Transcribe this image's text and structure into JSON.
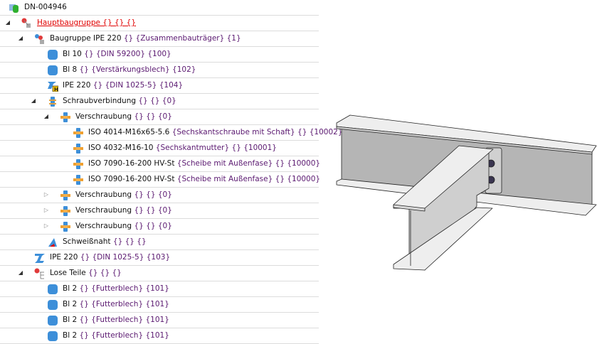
{
  "tree": {
    "rows": [
      {
        "level": 0,
        "arrow": "none",
        "icon": "database-icon",
        "name": "DN-004946",
        "attr": ""
      },
      {
        "level": 1,
        "arrow": "open",
        "icon": "main-assembly-icon",
        "name": "Hauptbaugruppe {} {} {}",
        "attr": "",
        "link": true
      },
      {
        "level": 2,
        "arrow": "open",
        "icon": "assembly-icon",
        "name": "Baugruppe IPE 220",
        "attr": " {} {Zusammenbauträger} {1}"
      },
      {
        "level": 3,
        "arrow": "none",
        "icon": "plate-icon",
        "name": "Bl 10",
        "attr": " {} {DIN 59200} {100}"
      },
      {
        "level": 3,
        "arrow": "none",
        "icon": "plate-icon",
        "name": "Bl 8",
        "attr": " {} {Verstärkungsblech} {102}"
      },
      {
        "level": 3,
        "arrow": "none",
        "icon": "main-beam-icon",
        "name": "IPE 220",
        "attr": " {} {DIN 1025-5} {104}"
      },
      {
        "level": 3,
        "arrow": "open",
        "icon": "bolt-connection-icon",
        "name": "Schraubverbindung",
        "attr": " {} {} {0}"
      },
      {
        "level": 4,
        "arrow": "open",
        "icon": "bolting-icon",
        "name": "Verschraubung ",
        "attr": " {} {} {0}"
      },
      {
        "level": 5,
        "arrow": "none",
        "icon": "bolting-icon",
        "name": "ISO 4014-M16x65-5.6",
        "attr": " {Sechskantschraube mit Schaft} {} {10002}"
      },
      {
        "level": 5,
        "arrow": "none",
        "icon": "bolting-icon",
        "name": "ISO 4032-M16-10",
        "attr": " {Sechskantmutter} {} {10001}"
      },
      {
        "level": 5,
        "arrow": "none",
        "icon": "bolting-icon",
        "name": "ISO 7090-16-200 HV-St",
        "attr": " {Scheibe mit Außenfase} {} {10000}"
      },
      {
        "level": 5,
        "arrow": "none",
        "icon": "bolting-icon",
        "name": "ISO 7090-16-200 HV-St",
        "attr": " {Scheibe mit Außenfase} {} {10000}"
      },
      {
        "level": 4,
        "arrow": "closed",
        "icon": "bolting-icon",
        "name": "Verschraubung ",
        "attr": " {} {} {0}"
      },
      {
        "level": 4,
        "arrow": "closed",
        "icon": "bolting-icon",
        "name": "Verschraubung ",
        "attr": " {} {} {0}"
      },
      {
        "level": 4,
        "arrow": "closed",
        "icon": "bolting-icon",
        "name": "Verschraubung ",
        "attr": " {} {} {0}"
      },
      {
        "level": 3,
        "arrow": "none",
        "icon": "weld-icon",
        "name": "Schweißnaht",
        "attr": " {} {} {}"
      },
      {
        "level": 2,
        "arrow": "none",
        "icon": "beam-icon",
        "name": "IPE 220",
        "attr": " {} {DIN 1025-5} {103}"
      },
      {
        "level": 2,
        "arrow": "open",
        "icon": "loose-parts-icon",
        "name": "Lose Teile",
        "attr": " {} {} {}"
      },
      {
        "level": 3,
        "arrow": "none",
        "icon": "plate-icon",
        "name": "Bl 2",
        "attr": " {} {Futterblech} {101}"
      },
      {
        "level": 3,
        "arrow": "none",
        "icon": "plate-icon",
        "name": "Bl 2",
        "attr": " {} {Futterblech} {101}"
      },
      {
        "level": 3,
        "arrow": "none",
        "icon": "plate-icon",
        "name": "Bl 2",
        "attr": " {} {Futterblech} {101}"
      },
      {
        "level": 3,
        "arrow": "none",
        "icon": "plate-icon",
        "name": "Bl 2",
        "attr": " {} {Futterblech} {101}"
      }
    ]
  },
  "colors": {
    "link": "#e00000",
    "attr": "#5a1870",
    "plate": "#3d8fd9",
    "separator": "#dcdcdc"
  }
}
